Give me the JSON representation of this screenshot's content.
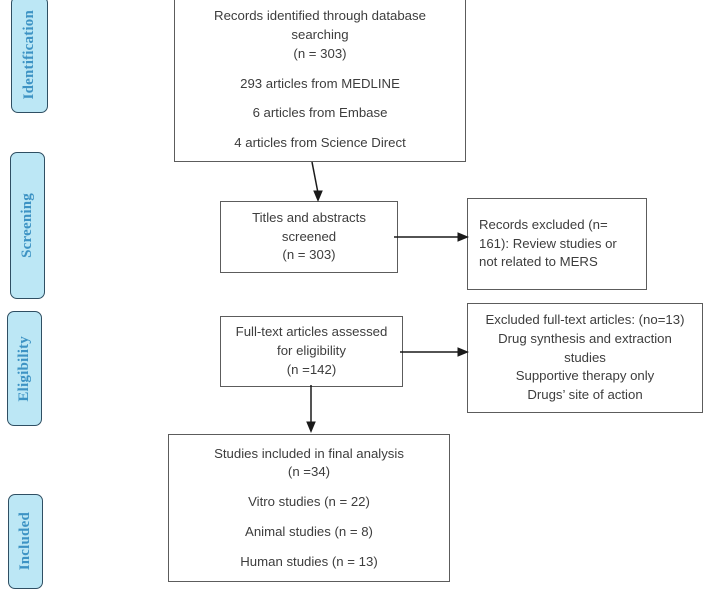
{
  "diagram": {
    "type": "prisma-flow-diagram",
    "background_color": "#ffffff",
    "phase_label_fill": "#bce7f5",
    "phase_label_text_color": "#3d93c4",
    "node_border_color": "#5c5c5c",
    "phases": [
      {
        "id": "identification",
        "label": "Identification"
      },
      {
        "id": "screening",
        "label": "Screening"
      },
      {
        "id": "eligibility",
        "label": "Eligibility"
      },
      {
        "id": "included",
        "label": "Included"
      }
    ],
    "nodes": {
      "records_identified": {
        "lines": [
          "Records identified through database",
          "searching",
          "(n = 303)",
          "",
          "293 articles from MEDLINE",
          "",
          "6 articles from Embase",
          "",
          "4 articles from Science Direct"
        ],
        "align": "center"
      },
      "titles_screened": {
        "lines": [
          "Titles and abstracts",
          "screened",
          "(n = 303)"
        ],
        "align": "center"
      },
      "records_excluded": {
        "lines": [
          "Records excluded (n=",
          "161): Review studies or",
          "not related to MERS"
        ],
        "align": "left"
      },
      "fulltext_assessed": {
        "lines": [
          "Full-text articles assessed",
          "for eligibility",
          "(n =142)"
        ],
        "align": "center"
      },
      "fulltext_excluded": {
        "lines": [
          "Excluded full-text articles: (no=13)",
          "Drug synthesis and extraction",
          "studies",
          "Supportive therapy only",
          "Drugs’ site of action"
        ],
        "align": "center"
      },
      "included_final": {
        "lines": [
          "Studies included in final analysis",
          "(n =34)",
          "",
          "Vitro studies (n = 22)",
          "",
          "Animal studies (n = 8)",
          "",
          "Human studies (n = 13)"
        ],
        "align": "center"
      }
    },
    "connectors": [
      {
        "id": "identified-to-screened",
        "direction": "down",
        "from": "records_identified",
        "to": "titles_screened"
      },
      {
        "id": "screened-to-excluded",
        "direction": "right",
        "from": "titles_screened",
        "to": "records_excluded"
      },
      {
        "id": "fulltext-to-fulltext-excluded",
        "direction": "right",
        "from": "fulltext_assessed",
        "to": "fulltext_excluded"
      },
      {
        "id": "fulltext-to-included",
        "direction": "down",
        "from": "fulltext_assessed",
        "to": "included_final"
      }
    ],
    "counts": {
      "records_identified": 303,
      "medline": 293,
      "embase": 6,
      "science_direct": 4,
      "titles_screened": 303,
      "records_excluded": 161,
      "fulltext_assessed": 142,
      "fulltext_excluded": 13,
      "included_final": 34,
      "vitro_studies": 22,
      "animal_studies": 8,
      "human_studies": 13
    }
  }
}
